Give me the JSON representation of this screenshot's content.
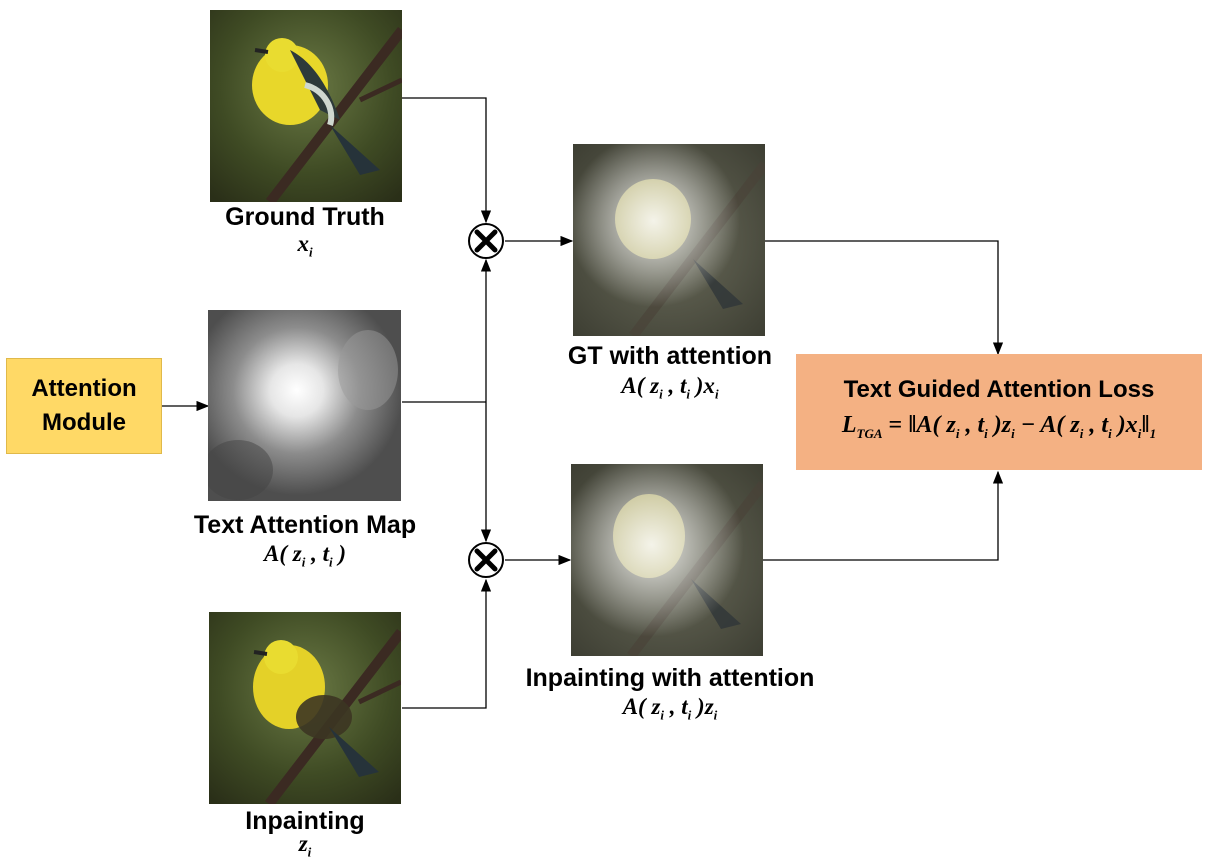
{
  "attention_module": {
    "label_line1": "Attention",
    "label_line2": "Module"
  },
  "ground_truth": {
    "label": "Ground Truth",
    "symbol": "x",
    "sub": "i"
  },
  "text_attention_map": {
    "label": "Text Attention Map",
    "symbol": "A( z",
    "sub1": "i",
    "mid": " , t",
    "sub2": "i",
    "end": " )"
  },
  "inpainting": {
    "label": "Inpainting",
    "symbol": "z",
    "sub": "i"
  },
  "gt_with_attention": {
    "label": "GT with attention",
    "formula": "A( z",
    "sub1": "i",
    "mid": " , t",
    "sub2": "i",
    "end": " )x",
    "sub3": "i"
  },
  "inpainting_with_attention": {
    "label": "Inpainting with attention",
    "formula": "A( z",
    "sub1": "i",
    "mid": " , t",
    "sub2": "i",
    "end": " )z",
    "sub3": "i"
  },
  "loss_box": {
    "title": "Text Guided Attention Loss",
    "lhs": "L",
    "lhs_sub": "TGA",
    "eq": " = ",
    "rhs": "‖A( z",
    "rhs_sub1": "i",
    "rhs_mid1": " , t",
    "rhs_sub2": "i",
    "rhs_mid2": " )z",
    "rhs_sub3": "i",
    "minus": " − A( z",
    "rhs_sub4": "i",
    "rhs_mid3": " , t",
    "rhs_sub5": "i",
    "rhs_mid4": " )x",
    "rhs_sub6": "i",
    "norm_end": "‖",
    "norm_sub": "1"
  },
  "colors": {
    "attention_module_fill": "#FFD966",
    "loss_box_fill": "#F4B183",
    "line": "#000000"
  },
  "icons": {
    "multiply": "circled-times-icon"
  }
}
